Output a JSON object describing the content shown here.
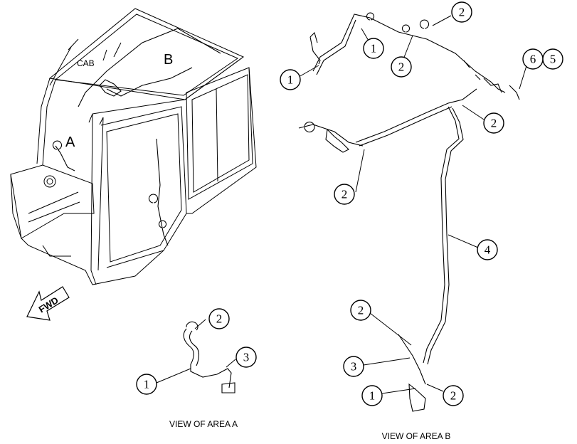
{
  "cab_view": {
    "cab_label": "CAB",
    "area_a_letter": "A",
    "area_b_letter": "B",
    "fwd_label": "FWD"
  },
  "view_a": {
    "caption": "VIEW OF AREA A",
    "callouts": [
      "2",
      "1",
      "3"
    ]
  },
  "view_b": {
    "caption": "VIEW OF AREA B",
    "callouts": [
      "2",
      "1",
      "2",
      "1",
      "6",
      "5",
      "2",
      "2",
      "4",
      "2",
      "3",
      "1",
      "2"
    ]
  }
}
